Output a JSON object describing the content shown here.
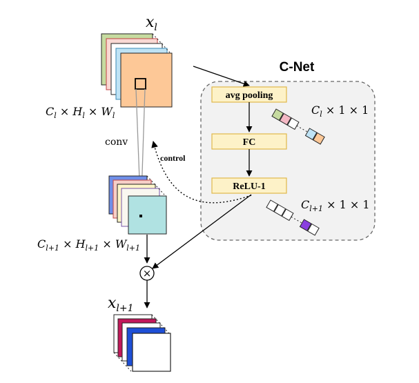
{
  "labels": {
    "input_title": "x_l",
    "input_title_sub": "l",
    "input_dims": "C_l × H_l × W_l",
    "conv": "conv",
    "control": "control",
    "mid_dims": "C_{l+1} × H_{l+1} × W_{l+1}",
    "output_title": "x_{l+1}",
    "cnet_title": "C-Net",
    "avg_pool": "avg pooling",
    "fc": "FC",
    "relu": "ReLU-1",
    "vec1_dims": "C_l × 1 × 1",
    "vec2_dims": "C_{l+1} × 1 × 1",
    "multiply": "⊗"
  },
  "colors": {
    "block_fill": "#fdf2c8",
    "block_stroke": "#e0b84a",
    "cnet_panel": "#f2f2f2",
    "input_front": "#fdc897",
    "mid_front": "#b0e2e2",
    "output_front": "#ffffff"
  }
}
